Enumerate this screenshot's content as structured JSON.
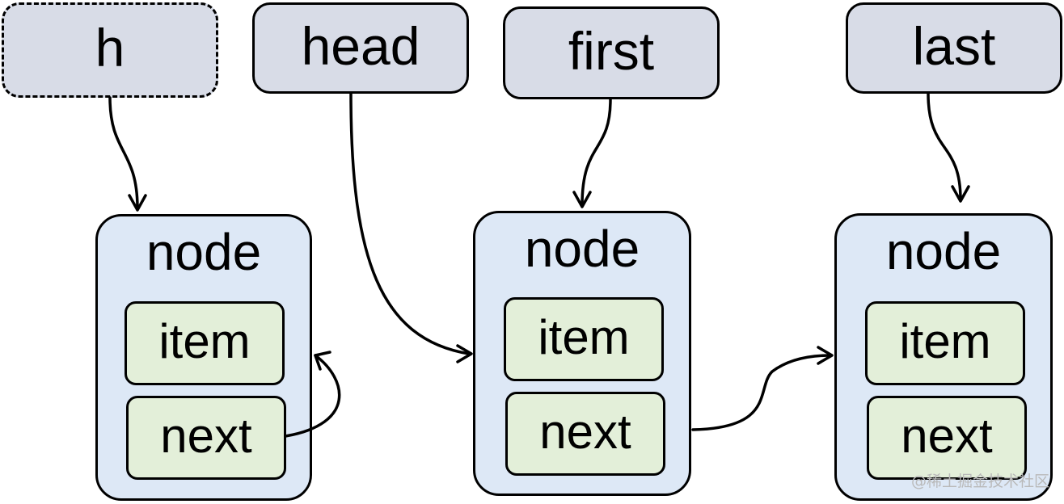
{
  "pointers": {
    "h": "h",
    "head": "head",
    "first": "first",
    "last": "last"
  },
  "nodes": [
    {
      "title": "node",
      "item": "item",
      "next": "next"
    },
    {
      "title": "node",
      "item": "item",
      "next": "next"
    },
    {
      "title": "node",
      "item": "item",
      "next": "next"
    }
  ],
  "watermark": "@稀土掘金技术社区",
  "colors": {
    "pointer_fill": "#d8dce7",
    "node_fill": "#dde8f6",
    "field_fill": "#e3efd9",
    "stroke": "#000000"
  }
}
